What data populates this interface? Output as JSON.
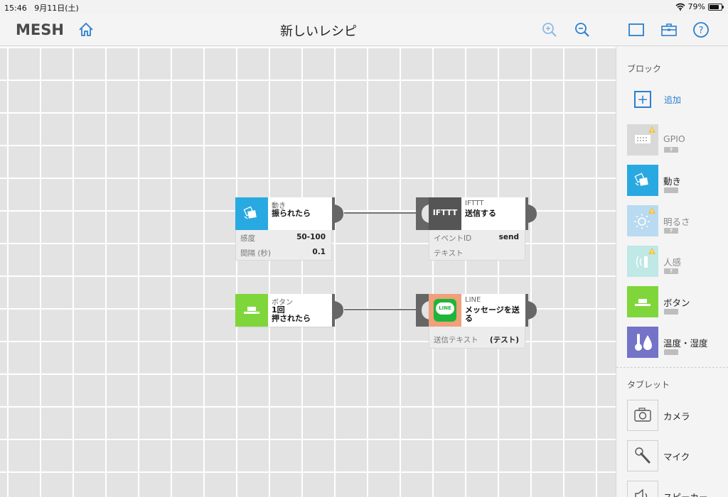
{
  "status": {
    "time": "15:46",
    "date": "9月11日(土)",
    "battery": "79%",
    "battery_level": 0.79
  },
  "nav": {
    "logo": "MESH",
    "title": "新しいレシピ"
  },
  "blocks": {
    "motion": {
      "category": "動き",
      "action": "振られたら",
      "params": [
        {
          "key": "感度",
          "value": "50-100"
        },
        {
          "key": "間隔 (秒)",
          "value": "0.1"
        }
      ]
    },
    "ifttt": {
      "category": "IFTTT",
      "action": "送信する",
      "logo": "IFTTT",
      "params": [
        {
          "key": "イベントID",
          "value": "send"
        },
        {
          "key": "テキスト",
          "value": ""
        }
      ]
    },
    "button": {
      "category": "ボタン",
      "action_line1": "1回",
      "action_line2": "押されたら"
    },
    "line": {
      "category": "LINE",
      "action_line1": "メッセージを送",
      "action_line2": "る",
      "logo": "LINE",
      "params": [
        {
          "key": "送信テキスト",
          "value": "(テスト)"
        }
      ]
    }
  },
  "sidebar": {
    "blocks_title": "ブロック",
    "add_label": "追加",
    "items": [
      {
        "name": "GPIO",
        "badge": "?",
        "color": "#d9d9d9",
        "icon": "gpio-icon"
      },
      {
        "name": "動き",
        "badge": "",
        "color": "#29a9e1",
        "icon": "motion-icon"
      },
      {
        "name": "明るさ",
        "badge": "?",
        "color": "#b9daf1",
        "icon": "brightness-icon"
      },
      {
        "name": "人感",
        "badge": "?",
        "color": "#bfe8e6",
        "icon": "motion-sensor-icon"
      },
      {
        "name": "ボタン",
        "badge": "",
        "color": "#7fd63a",
        "icon": "button-icon"
      },
      {
        "name": "温度・湿度",
        "badge": "",
        "color": "#7373c8",
        "icon": "temperature-icon"
      }
    ],
    "tablet_title": "タブレット",
    "tablet_items": [
      {
        "name": "カメラ",
        "icon": "camera-icon"
      },
      {
        "name": "マイク",
        "icon": "microphone-icon"
      },
      {
        "name": "スピーカー",
        "icon": "speaker-icon"
      }
    ]
  },
  "colors": {
    "accent": "#2a7fcf",
    "canvas": "#e3e3e3",
    "motion": "#29a9e1",
    "button": "#7fd63a",
    "ifttt": "#555555",
    "line_bg": "#f0a07a",
    "line_green": "#1fb53a",
    "temp": "#7373c8"
  }
}
